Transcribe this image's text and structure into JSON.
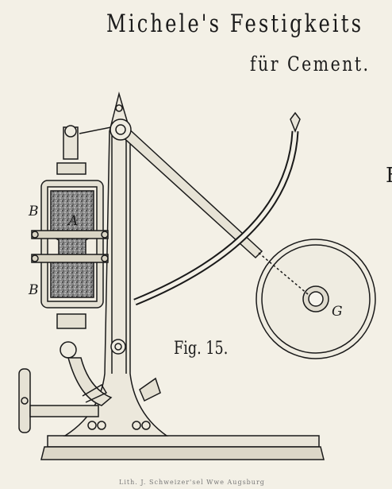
{
  "plate": {
    "title": "Michele's Festigkeits",
    "subtitle": "für Cement.",
    "edge_letter": "F",
    "figure_label": "Fig. 15.",
    "labels": {
      "b_upper": "B",
      "a": "A",
      "b_lower": "B",
      "g": "G"
    },
    "credit": "Lith. J. Schweizer'sel Wwe Augsburg"
  },
  "colors": {
    "paper": "#f3f0e6",
    "ink": "#1a1a1a"
  }
}
